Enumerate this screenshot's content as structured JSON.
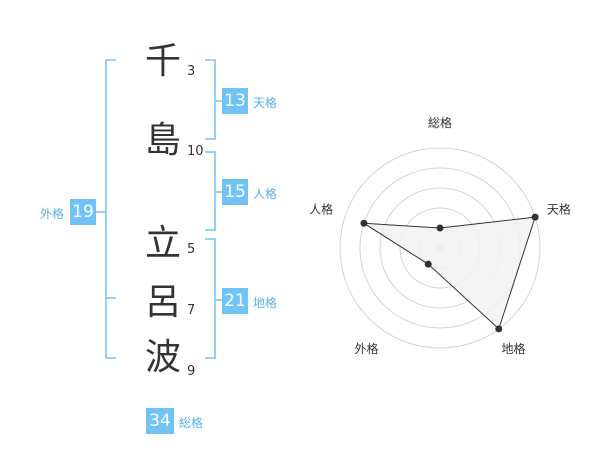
{
  "name": {
    "chars": [
      {
        "kanji": "千",
        "strokes": "3"
      },
      {
        "kanji": "島",
        "strokes": "10"
      },
      {
        "kanji": "立",
        "strokes": "5"
      },
      {
        "kanji": "呂",
        "strokes": "7"
      },
      {
        "kanji": "波",
        "strokes": "9"
      }
    ]
  },
  "fortune": {
    "tenkaku": {
      "value": "13",
      "label": "天格"
    },
    "jinkaku": {
      "value": "15",
      "label": "人格"
    },
    "chikaku": {
      "value": "21",
      "label": "地格"
    },
    "gaikaku": {
      "value": "19",
      "label": "外格"
    },
    "soukaku": {
      "value": "34",
      "label": "総格"
    }
  },
  "colors": {
    "bracket": "#71c3f5",
    "badge": "#71c3f5",
    "badge_text": "#ffffff",
    "label": "#5bb0e6",
    "radar_fill": "#f2f2f2",
    "radar_line": "#333333"
  },
  "radar": {
    "axes": [
      "総格",
      "天格",
      "地格",
      "外格",
      "人格"
    ],
    "max": 5,
    "rings": 5,
    "scores": {
      "総格": 1,
      "天格": 5,
      "地格": 5,
      "外格": 1,
      "人格": 4
    }
  }
}
